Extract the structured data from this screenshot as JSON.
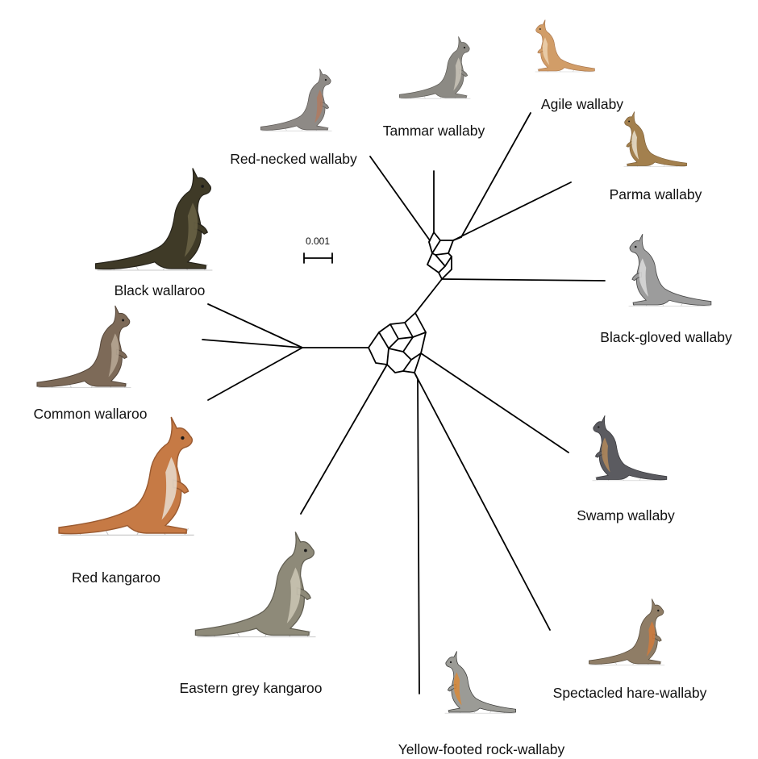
{
  "scale_bar": {
    "label": "0.001"
  },
  "taxa": [
    {
      "id": "tammar",
      "label": "Tammar wallaby",
      "fur": "#8c8a84",
      "fur_dark": "#5f5d58",
      "accent": "#c9c3b7"
    },
    {
      "id": "agile",
      "label": "Agile wallaby",
      "fur": "#d19d68",
      "fur_dark": "#a8744a",
      "accent": "#ecd2b0"
    },
    {
      "id": "parma",
      "label": "Parma wallaby",
      "fur": "#a3804e",
      "fur_dark": "#7b5d35",
      "accent": "#e9e0cf"
    },
    {
      "id": "black-gloved",
      "label": "Black-gloved wallaby",
      "fur": "#9c9c9c",
      "fur_dark": "#4a4a4a",
      "accent": "#dcdcdc"
    },
    {
      "id": "swamp",
      "label": "Swamp wallaby",
      "fur": "#5b5b60",
      "fur_dark": "#38383c",
      "accent": "#b48a5a"
    },
    {
      "id": "spectacled",
      "label": "Spectacled hare-wallaby",
      "fur": "#8f7d66",
      "fur_dark": "#5c5040",
      "accent": "#d07a3c"
    },
    {
      "id": "yellow-footed",
      "label": "Yellow-footed rock-wallaby",
      "fur": "#9b9b96",
      "fur_dark": "#3a3a38",
      "accent": "#d98a3a"
    },
    {
      "id": "eastern-grey",
      "label": "Eastern grey kangaroo",
      "fur": "#8e8a79",
      "fur_dark": "#615e52",
      "accent": "#cdc7b5"
    },
    {
      "id": "red",
      "label": "Red kangaroo",
      "fur": "#c67a45",
      "fur_dark": "#9a5a30",
      "accent": "#e8ddd0"
    },
    {
      "id": "common-wallaroo",
      "label": "Common wallaroo",
      "fur": "#7d6a58",
      "fur_dark": "#54463a",
      "accent": "#b9a996"
    },
    {
      "id": "black-wallaroo",
      "label": "Black wallaroo",
      "fur": "#3f3a27",
      "fur_dark": "#26231a",
      "accent": "#6b6446"
    },
    {
      "id": "red-necked",
      "label": "Red-necked wallaby",
      "fur": "#8e8a86",
      "fur_dark": "#5e5a57",
      "accent": "#b07a60"
    }
  ]
}
